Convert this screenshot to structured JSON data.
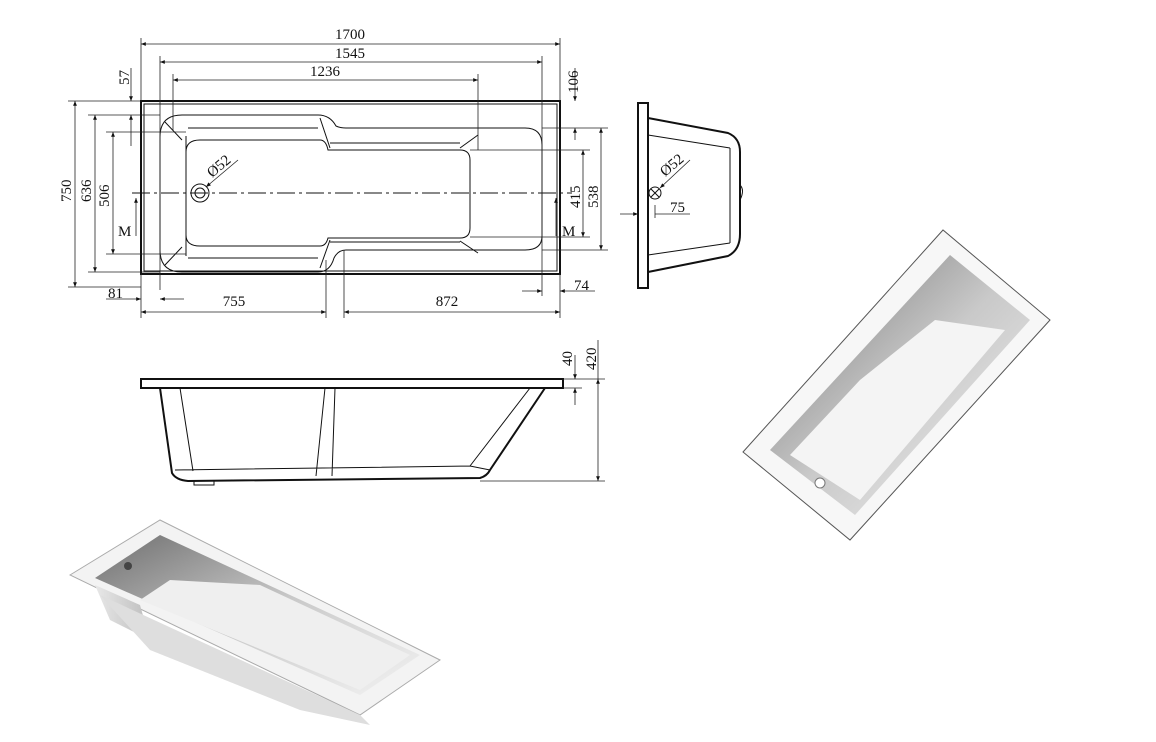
{
  "dimensions": {
    "overall_length": "1700",
    "inner_length": "1545",
    "bowl_length": "1236",
    "top_offset": "57",
    "right_offset": "106",
    "overall_width": "750",
    "inner_width": "636",
    "bowl_width_left": "506",
    "bowl_width_right": "415",
    "inner_width_right": "538",
    "left_margin": "81",
    "left_section": "755",
    "right_section": "872",
    "right_margin": "74",
    "drain_diameter": "Ø52",
    "drain_diameter_end": "Ø52",
    "drain_offset": "75",
    "rim_thickness": "40",
    "overall_height": "420",
    "marker_left": "M",
    "marker_right": "M"
  },
  "colors": {
    "line": "#111111",
    "background": "#ffffff",
    "render_shade": "#9a9a9a"
  }
}
